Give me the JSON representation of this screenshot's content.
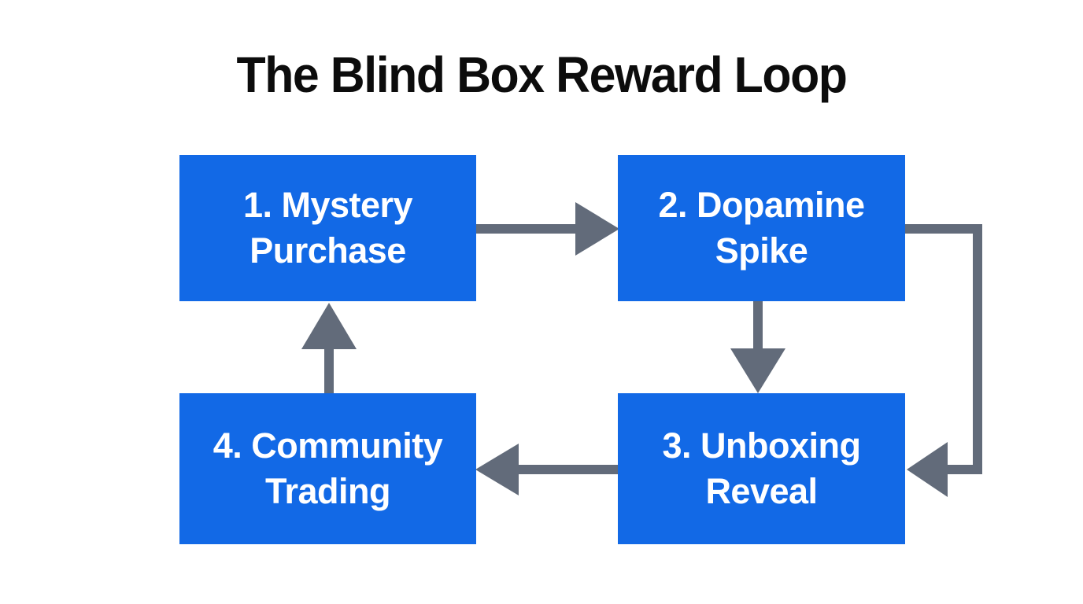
{
  "title": "The Blind Box Reward Loop",
  "nodes": [
    {
      "id": "mystery-purchase",
      "line1": "1. Mystery",
      "line2": "Purchase"
    },
    {
      "id": "dopamine-spike",
      "line1": "2. Dopamine",
      "line2": "Spike"
    },
    {
      "id": "unboxing-reveal",
      "line1": "3. Unboxing",
      "line2": "Reveal"
    },
    {
      "id": "community-trading",
      "line1": "4. Community",
      "line2": "Trading"
    }
  ],
  "edges": [
    {
      "from": "1. Mystery Purchase",
      "to": "2. Dopamine Spike",
      "shape": "straight-right"
    },
    {
      "from": "2. Dopamine Spike",
      "to": "3. Unboxing Reveal",
      "shape": "straight-down"
    },
    {
      "from": "2. Dopamine Spike",
      "to": "3. Unboxing Reveal",
      "shape": "right-side-elbow"
    },
    {
      "from": "3. Unboxing Reveal",
      "to": "4. Community Trading",
      "shape": "straight-left"
    },
    {
      "from": "4. Community Trading",
      "to": "1. Mystery Purchase",
      "shape": "straight-up"
    }
  ],
  "colors": {
    "background": "#ffffff",
    "title_text": "#0c0c0c",
    "node_fill": "#1269e6",
    "node_text": "#ffffff",
    "arrow": "#626b7a"
  }
}
